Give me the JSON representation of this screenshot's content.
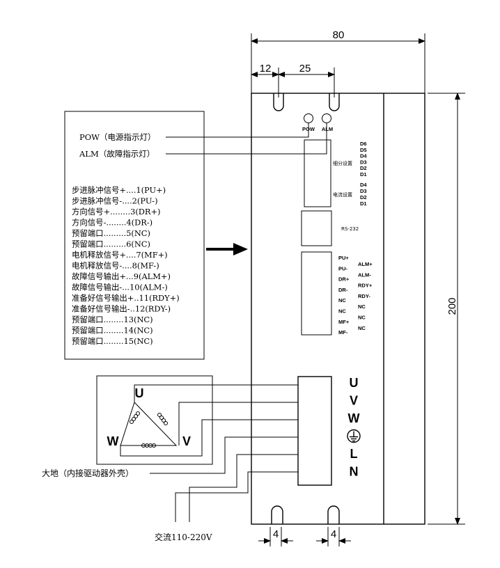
{
  "dimensions": {
    "width_total": "80",
    "offset_left": "12",
    "slot_spacing": "25",
    "height": "200",
    "bottom_left": "4",
    "bottom_right": "4"
  },
  "leds": {
    "pow_label": "POW",
    "alm_label": "ALM"
  },
  "callouts": {
    "pow": "POW（电源指示灯）",
    "alm": "ALM（故障指示灯）",
    "ground": "大地（内接驱动器外壳）",
    "ac_input": "交流110-220V"
  },
  "dip": {
    "subdivision_label": "细分设置",
    "subdivision_switches": [
      "D6",
      "D5",
      "D4",
      "D3",
      "D2",
      "D1"
    ],
    "current_label": "电流设置",
    "current_switches": [
      "D4",
      "D3",
      "D2",
      "D1"
    ]
  },
  "rs232_label": "RS-232",
  "signal_pins": {
    "left": [
      "PU+",
      "PU-",
      "DR+",
      "DR-",
      "NC",
      "NC",
      "MF+",
      "MF-"
    ],
    "right": [
      "ALM+",
      "ALM-",
      "RDY+",
      "RDY-",
      "NC",
      "NC",
      "NC"
    ]
  },
  "pin_list": [
    "步进脉冲信号+....1(PU+)",
    "步进脉冲信号-....2(PU-)",
    "方向信号+........3(DR+)",
    "方向信号-........4(DR-)",
    "预留端口.........5(NC)",
    "预留端口.........6(NC)",
    "电机释放信号+....7(MF+)",
    "电机释放信号-....8(MF-)",
    "故障信号输出+...9(ALM+)",
    "故障信号输出-...10(ALM-)",
    "准备好信号输出+..11(RDY+)",
    "准备好信号输出-..12(RDY-)",
    "预留端口........13(NC)",
    "预留端口........14(NC)",
    "预留端口........15(NC)"
  ],
  "power_terminals": [
    "U",
    "V",
    "W",
    "⏚",
    "L",
    "N"
  ],
  "motor_labels": [
    "U",
    "W",
    "V"
  ]
}
